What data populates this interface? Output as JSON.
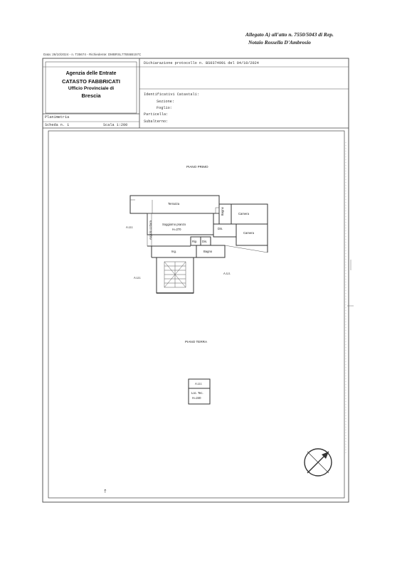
{
  "annotation": {
    "line1": "Allegato A) all'atto n. 7550/5043 di Rep.",
    "line2": "Notaio Rossella D'Ambrosio"
  },
  "meta_line": "Data: 26/10/2024 - n. T35674 - Richiedente: DMBRSL77B55B157C",
  "agency": {
    "line1": "Agenzia delle Entrate",
    "line2": "CATASTO FABBRICATI",
    "line3": "Ufficio Provinciale di",
    "line4": "Brescia"
  },
  "protocol": "Dichiarazione protocollo n. BS0374991 del 04/10/2024",
  "identifiers": {
    "title": "Identificativi Catastali:",
    "sezione": "Sezione:",
    "foglio": "Foglio:",
    "particella": "Particella:",
    "subalterno": "Subalterno:"
  },
  "planimetria": {
    "label": "Planimetria",
    "scheda": "Scheda n. 1",
    "scala": "Scala 1:200"
  },
  "plan": {
    "piano_primo": "PIANO PRIMO",
    "piano_terra": "PIANO TERRA",
    "rooms": {
      "terrazza": "Terrazza",
      "bagno_top": "Bagno",
      "camera1": "Camera",
      "camera2": "Camera",
      "disimpegno": "Dis.",
      "soggiorno1": "Soggiorno pranzo",
      "soggiorno2": "H=270",
      "ripostiglio": "Rip.",
      "dis2": "Dis.",
      "bagno_bottom": "Bagno",
      "angolo_cottura": "Angolo cottura",
      "ingresso": "Ing.",
      "aui_left": "A.U.I.",
      "aui_stairs": "A.U.I.",
      "aui_right": "A.U.I.",
      "aui_ground": "A.U.I.",
      "loc_tec1": "Loc. Tec.",
      "loc_tec2": "H=240"
    }
  }
}
